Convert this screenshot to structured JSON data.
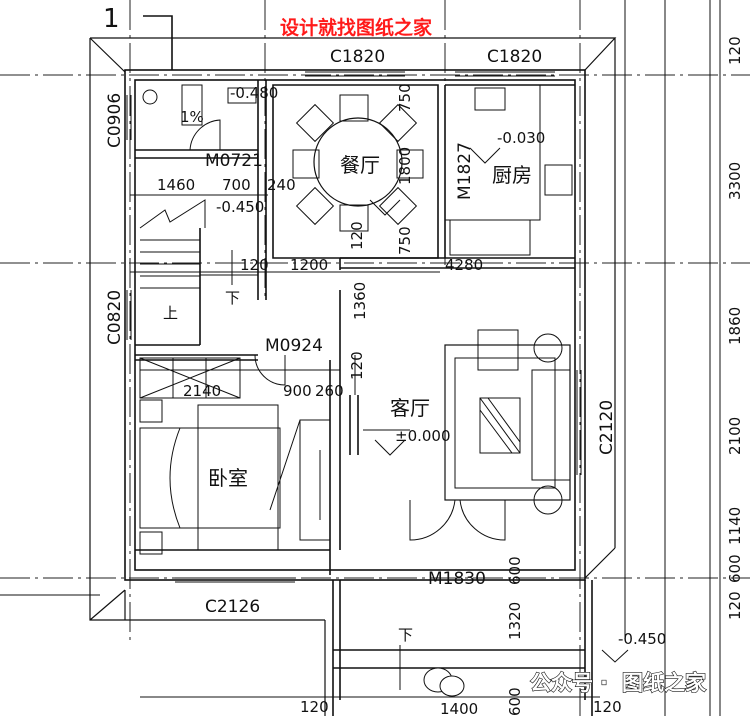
{
  "watermark_title": "设计就找图纸之家",
  "title_color": "#ff1a1a",
  "axis_marker": "1",
  "rooms": {
    "dining": "餐厅",
    "kitchen": "厨房",
    "living": "客厅",
    "bedroom": "卧室"
  },
  "stair_labels": {
    "up": "上",
    "down_stair": "下",
    "down_entry": "下"
  },
  "openings": {
    "c1820_a": "C1820",
    "c1820_b": "C1820",
    "c0906": "C0906",
    "c0820": "C0820",
    "m0721": "M0721",
    "m1827": "M1827",
    "m0924": "M0924",
    "c2120": "C2120",
    "m1830": "M1830",
    "c2126": "C2126"
  },
  "elevations": {
    "bath": "-0.480",
    "stair": "-0.450",
    "kitchen": "-0.030",
    "living": "±0.000",
    "outside": "-0.450"
  },
  "bath_slope": "1%",
  "dims": {
    "d1460": "1460",
    "d700": "700",
    "d240": "240",
    "d120a": "120",
    "d1200": "1200",
    "d4280": "4280",
    "d750a": "750",
    "d1800": "1800",
    "d750b": "750",
    "d120b": "120",
    "d1360": "1360",
    "d120c": "120",
    "d2140": "2140",
    "d900": "900",
    "d260": "260",
    "d600a": "600",
    "d1320": "1320",
    "d600b": "600",
    "d120d": "120",
    "d120e": "120",
    "d1400": "1400"
  },
  "right_dims": [
    "120",
    "3300",
    "1860",
    "2100",
    "1140",
    "600",
    "120"
  ],
  "footer": {
    "prefix": "公众号",
    "separator": "·",
    "name": "图纸之家"
  }
}
